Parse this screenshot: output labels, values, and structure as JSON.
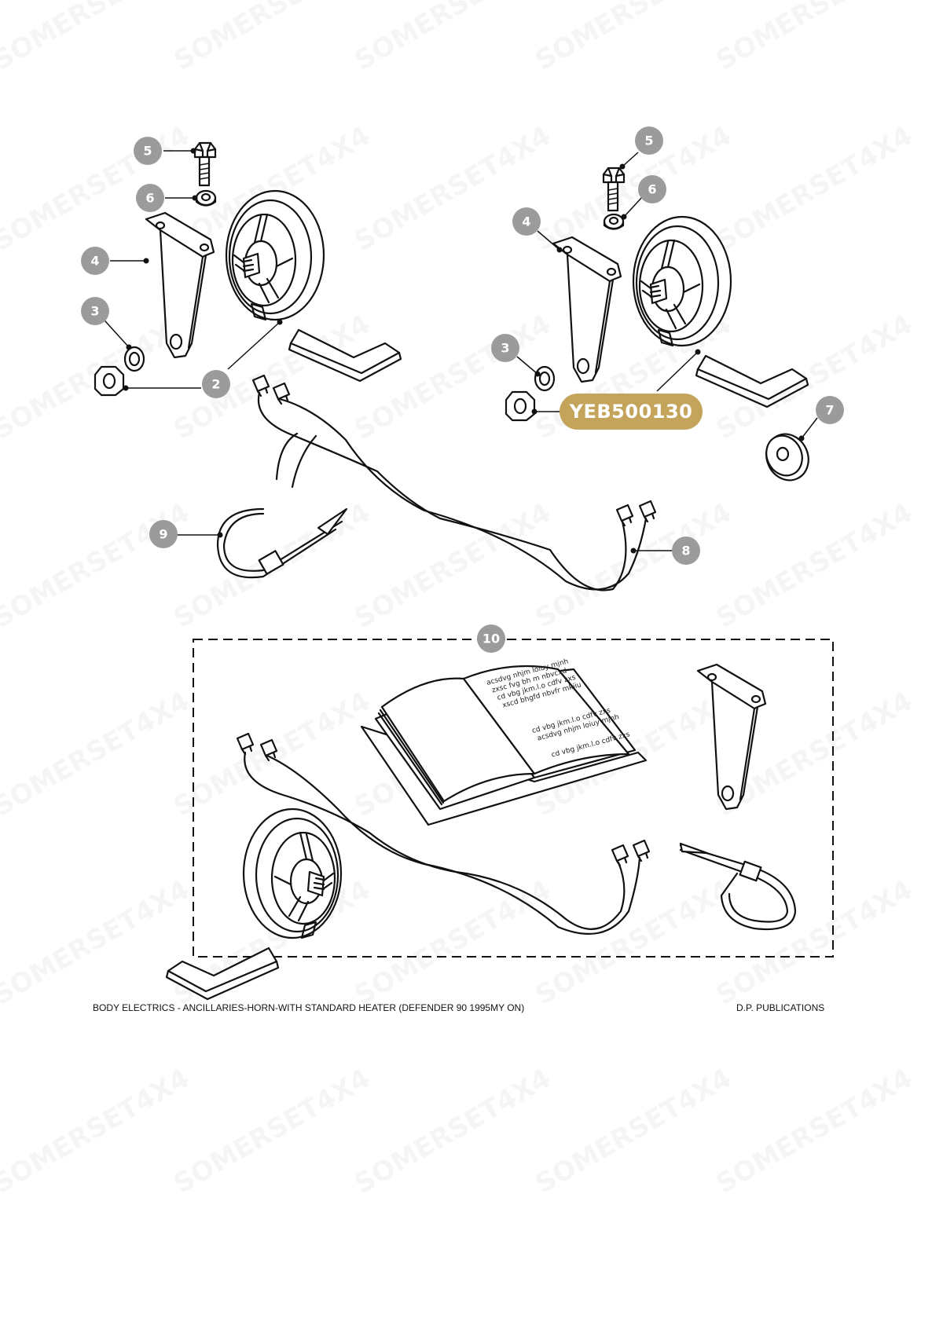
{
  "callouts": {
    "c1_5": "5",
    "c1_6": "6",
    "c1_4": "4",
    "c1_3": "3",
    "c1_2": "2",
    "c2_5": "5",
    "c2_6": "6",
    "c2_4": "4",
    "c2_3": "3",
    "c7": "7",
    "c8": "8",
    "c9": "9",
    "c10": "10"
  },
  "part_number": "YEB500130",
  "book_text": {
    "line1": "acsdvg nhjm loiuy mjnh",
    "line2": "zxsc fvg bh m nbvcxd",
    "line3": "cd vbg jkm.l.o cdfv  zxs",
    "line4": "xscd bhgfd nbvfr mkjiu",
    "line5": "cd vbg jkm.l.o cdfv  zxs",
    "line6": "acsdvg nhjm loiuy mjnh",
    "line7": "cd vbg jkm.l.o cdfv  zxs"
  },
  "footer": {
    "title": "BODY ELECTRICS - ANCILLARIES-HORN-WITH STANDARD HEATER (DEFENDER 90 1995MY ON)",
    "publisher": "D.P. PUBLICATIONS"
  },
  "watermark": "SOMERSET4X4",
  "colors": {
    "badge": "#9b9b9b",
    "part_pill": "#c4a35a",
    "line": "#111111"
  }
}
